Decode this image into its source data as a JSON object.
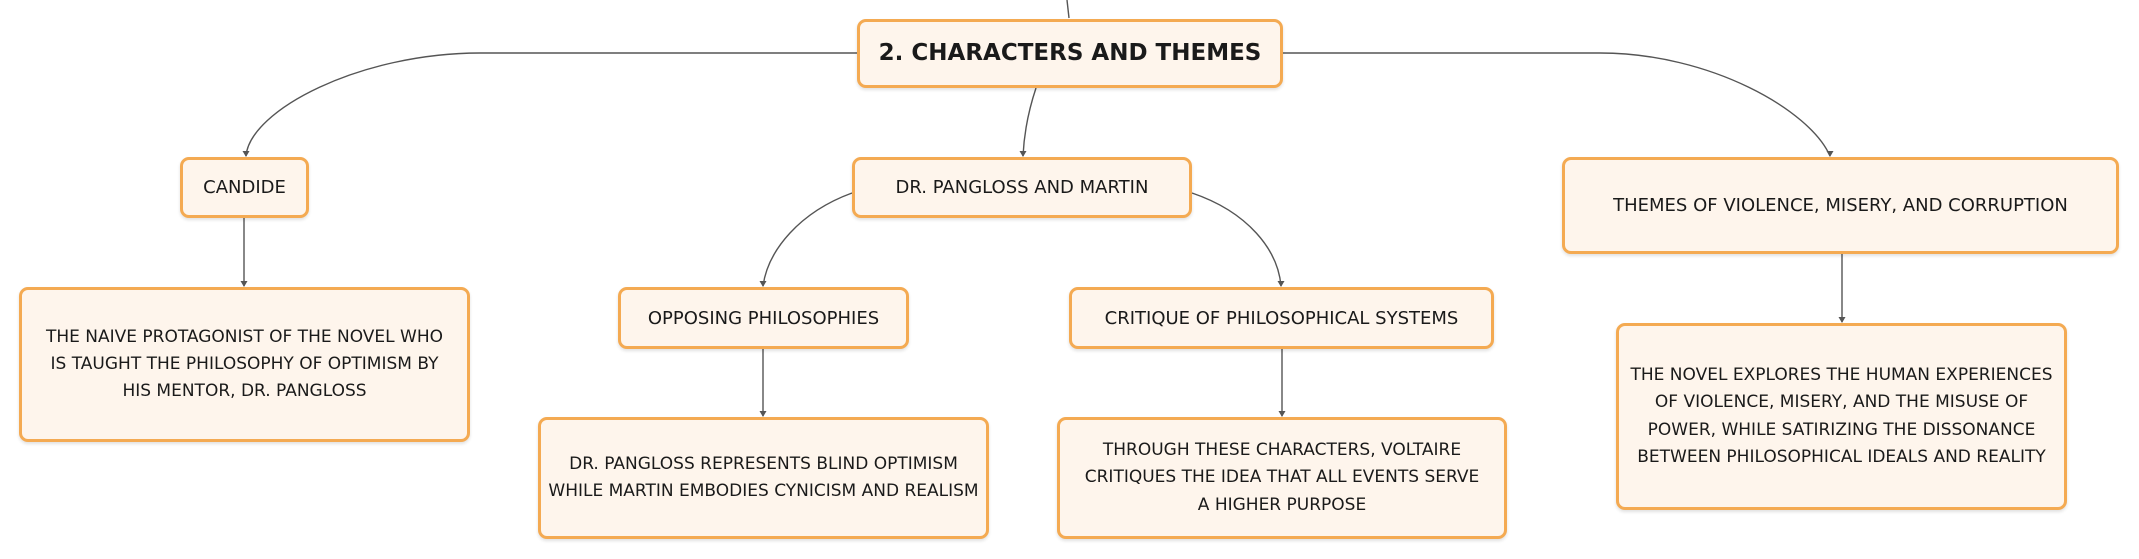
{
  "root": {
    "label": "2. CHARACTERS AND THEMES"
  },
  "branches": {
    "candide": {
      "label": "CANDIDE",
      "description": "THE NAIVE PROTAGONIST OF THE NOVEL WHO IS TAUGHT THE PHILOSOPHY OF OPTIMISM BY HIS MENTOR, DR. PANGLOSS"
    },
    "pangloss_martin": {
      "label": "DR. PANGLOSS AND MARTIN",
      "opposing": {
        "label": "OPPOSING PHILOSOPHIES",
        "description": "DR. PANGLOSS REPRESENTS BLIND OPTIMISM WHILE MARTIN EMBODIES CYNICISM AND REALISM"
      },
      "critique": {
        "label": "CRITIQUE OF PHILOSOPHICAL SYSTEMS",
        "description": "THROUGH THESE CHARACTERS, VOLTAIRE CRITIQUES THE IDEA THAT ALL EVENTS SERVE A HIGHER PURPOSE"
      }
    },
    "themes": {
      "label": "THEMES OF VIOLENCE, MISERY, AND CORRUPTION",
      "description": "THE NOVEL EXPLORES THE HUMAN EXPERIENCES OF VIOLENCE, MISERY, AND THE MISUSE OF POWER, WHILE SATIRIZING THE DISSONANCE BETWEEN PHILOSOPHICAL IDEALS AND REALITY"
    }
  },
  "colors": {
    "node_fill": "#fef5ec",
    "node_border": "#f4aa52",
    "connector": "#555555"
  }
}
